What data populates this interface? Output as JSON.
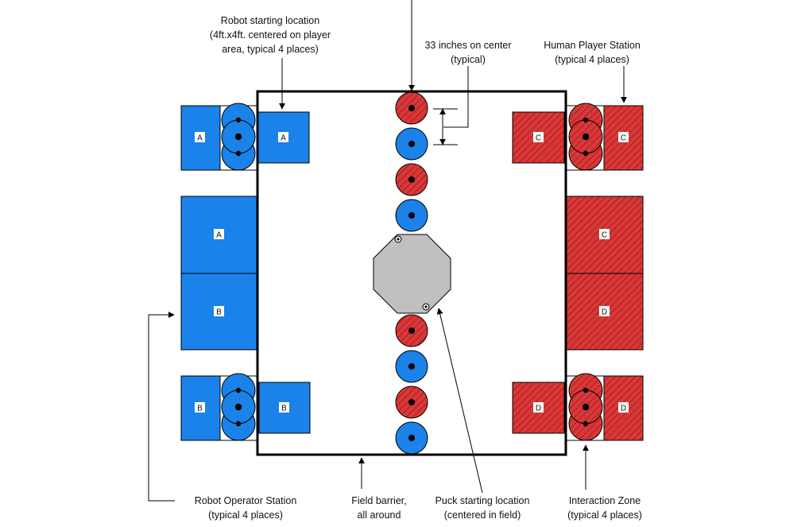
{
  "colors": {
    "blue": "#1a82e8",
    "red": "#d93838",
    "puck": "#c0c0c0",
    "line": "#000000"
  },
  "annotations": {
    "robot_start": [
      "Robot starting location",
      "(4ft.x4ft. centered on player",
      "area, typical 4 places)"
    ],
    "spacing": [
      "33 inches on center",
      "(typical)"
    ],
    "human_player": [
      "Human Player Station",
      "(typical 4 places)"
    ],
    "robot_operator": [
      "Robot Operator Station",
      "(typical 4 places)"
    ],
    "field_barrier": [
      "Field barrier,",
      "all around"
    ],
    "puck": [
      "Puck starting location",
      "(centered in field)"
    ],
    "interaction": [
      "Interaction Zone",
      "(typical 4 places)"
    ]
  },
  "letters": {
    "left_top_small": "A",
    "left_top_start": "A",
    "left_big_top": "A",
    "left_big_bottom": "B",
    "left_bottom_small": "B",
    "left_bottom_start": "B",
    "right_top_start": "C",
    "right_top_small": "C",
    "right_big_top": "C",
    "right_big_bottom": "D",
    "right_bottom_start": "D",
    "right_bottom_small": "D"
  }
}
